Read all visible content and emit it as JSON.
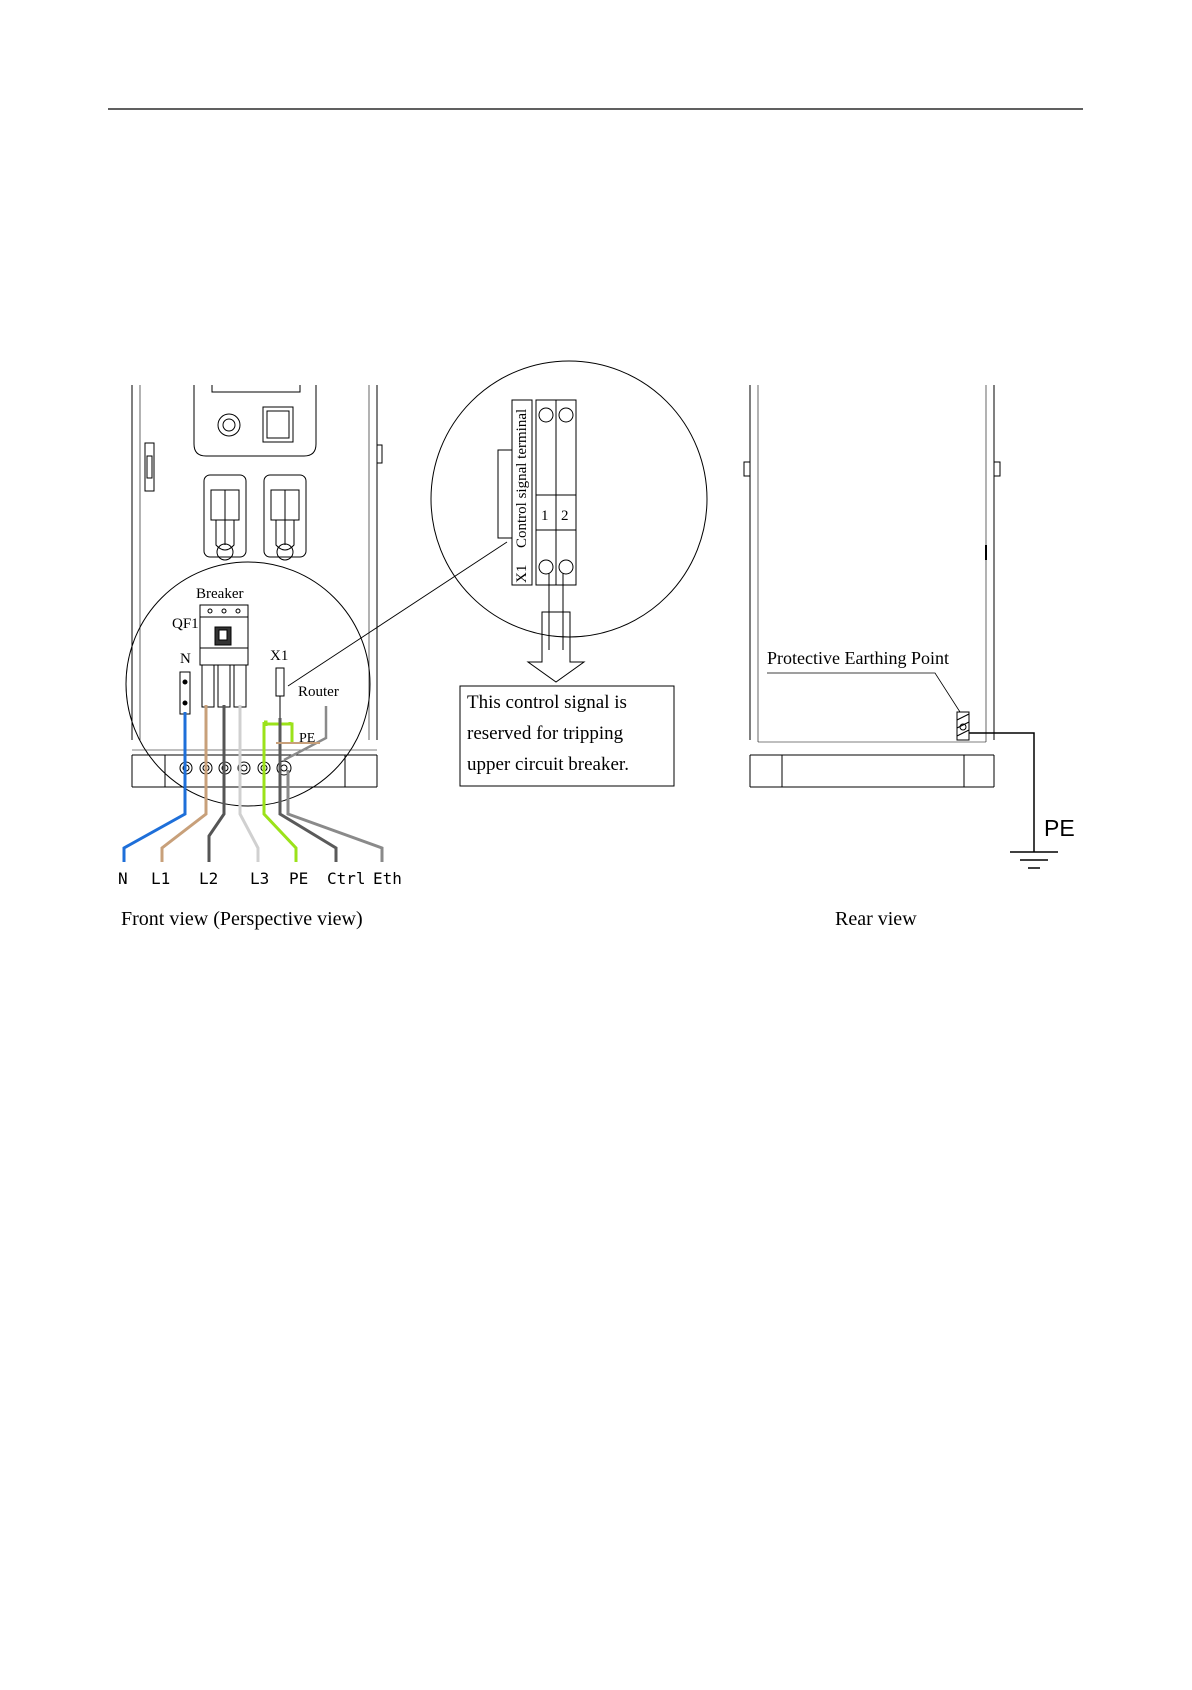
{
  "front_view": {
    "caption": "Front view (Perspective view)",
    "labels": {
      "breaker": "Breaker",
      "qf1": "QF1",
      "n": "N",
      "x1": "X1",
      "router": "Router",
      "pe": "PE"
    },
    "cables": [
      {
        "label": "N",
        "color": "#1e6fd9"
      },
      {
        "label": "L1",
        "color": "#c8a07a"
      },
      {
        "label": "L2",
        "color": "#555555"
      },
      {
        "label": "L3",
        "color": "#d0d0d0"
      },
      {
        "label": "PE",
        "color": "#9be21a"
      },
      {
        "label": "Ctrl",
        "color": "#5a5a5a"
      },
      {
        "label": "Eth",
        "color": "#8a8a8a"
      }
    ]
  },
  "terminal_detail": {
    "vertical_label": "Control signal terminal",
    "x1_label": "X1",
    "terminals": [
      "1",
      "2"
    ],
    "note_lines": [
      "This control signal is",
      "reserved  for tripping",
      "upper circuit breaker."
    ]
  },
  "rear_view": {
    "caption": "Rear view",
    "earthing_label": "Protective Earthing Point",
    "pe_label": "PE"
  }
}
